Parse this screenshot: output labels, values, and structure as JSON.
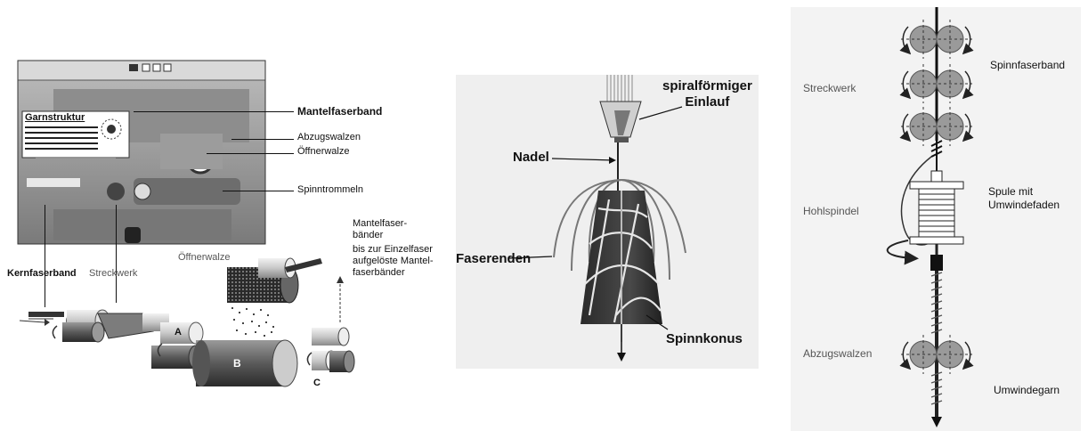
{
  "panel_a": {
    "label_title": "Garnstruktur",
    "mantelfaserband": "Mantelfaserband",
    "abzugswalzen": "Abzugswalzen",
    "oeffnerwalze_top": "Öffnerwalze",
    "spinntrommeln": "Spinntrommeln",
    "mantelfaserbaender": "Mantelfaser-\nbänder",
    "einzelfaser": "bis zur Einzelfaser\naufgelöste Mantel-\nfaserbänder",
    "oeffnerwalze_bottom": "Öffnerwalze",
    "kernfaserband": "Kernfaserband",
    "streckwerk": "Streckwerk",
    "roller_a": "A",
    "roller_b": "B",
    "roller_c": "C"
  },
  "panel_b": {
    "spiral_inlet": "spiralförmiger\nEinlauf",
    "nadel": "Nadel",
    "faserenden": "Faserenden",
    "spinnkonus": "Spinnkonus"
  },
  "panel_c": {
    "spinnfaserband": "Spinnfaserband",
    "streckwerk": "Streckwerk",
    "spule": "Spule mit\nUmwindefaden",
    "hohlspindel": "Hohlspindel",
    "abzugswalzen": "Abzugswalzen",
    "umwindegarn": "Umwindegarn"
  }
}
